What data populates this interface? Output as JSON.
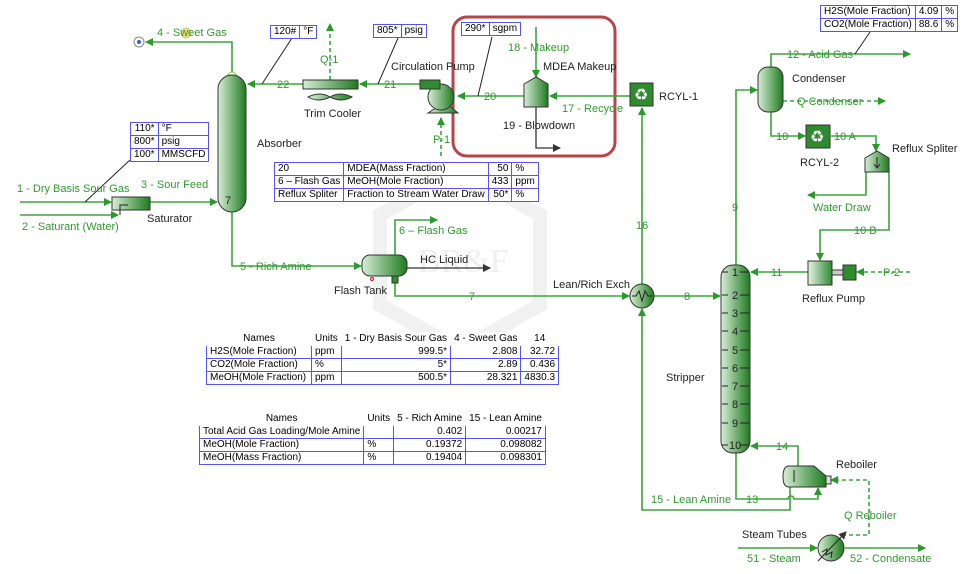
{
  "colors": {
    "stream": "#3aa53a",
    "highlight": "#b5454a",
    "equipment_dark": "#1f7a1f",
    "equipment_light": "#d6eed6"
  },
  "streams": {
    "s4": "4 - Sweet Gas",
    "s22": "22",
    "s21": "21",
    "s20": "20",
    "q1": "Q-1",
    "p1": "P-1",
    "s18": "18 - Makeup",
    "s17": "17 - Recycle",
    "s19": "19 - Blowdown",
    "s1": "1 - Dry Basis Sour Gas",
    "s2": "2 - Saturant (Water)",
    "s3": "3 - Sour Feed",
    "s5": "5 - Rich Amine",
    "s6": "6 – Flash Gas",
    "s7": "7",
    "s8": "8",
    "s16": "16",
    "s9": "9",
    "s12": "12 - Acid Gas",
    "qcond": "Q Condenser",
    "s10": "10",
    "s10a": "10 A",
    "s10b": "10 B",
    "water": "Water Draw",
    "s11": "11",
    "p2": "P-2",
    "s14": "14",
    "s13": "13",
    "s15": "15 - Lean Amine",
    "qreb": "Q Reboiler",
    "s51": "51 - Steam",
    "s52": "52 - Condensate"
  },
  "equipment": {
    "absorber": "Absorber",
    "abs_stage": "7",
    "trim": "Trim Cooler",
    "pump": "Circulation Pump",
    "mdea": "MDEA Makeup",
    "rcyl1": "RCYL-1",
    "rcyl2": "RCYL-2",
    "saturator": "Saturator",
    "flash": "Flash Tank",
    "hc": "HC Liquid",
    "exch": "Lean/Rich Exch",
    "condenser": "Condenser",
    "splitter": "Reflux Spliter",
    "refluxpump": "Reflux Pump",
    "stripper": "Stripper",
    "reboiler": "Reboiler",
    "steam": "Steam Tubes",
    "stages": [
      "1",
      "2",
      "3",
      "4",
      "5",
      "6",
      "7",
      "8",
      "9",
      "10"
    ]
  },
  "boxes": {
    "cooler_temp": [
      "120#",
      "°F"
    ],
    "pump_p": [
      "805*",
      "psig"
    ],
    "makeup_flow": [
      "290*",
      "sgpm"
    ],
    "feed": [
      [
        "110*",
        "°F"
      ],
      [
        "800*",
        "psig"
      ],
      [
        "100*",
        "MMSCFD"
      ]
    ]
  },
  "spec_table": [
    [
      "20",
      "MDEA(Mass Fraction)",
      "50",
      "%"
    ],
    [
      "6 – Flash Gas",
      "MeOH(Mole Fraction)",
      "433",
      "ppm"
    ],
    [
      "Reflux Spliter",
      "Fraction to Stream Water Draw",
      "50*",
      "%"
    ]
  ],
  "acid_table": [
    [
      "H2S(Mole Fraction)",
      "4.09",
      "%"
    ],
    [
      "CO2(Mole Fraction)",
      "88.6",
      "%"
    ]
  ],
  "table1": {
    "headers": [
      "Names",
      "Units",
      "1 - Dry Basis Sour Gas",
      "4 - Sweet Gas",
      "14"
    ],
    "rows": [
      [
        "H2S(Mole Fraction)",
        "ppm",
        "999.5*",
        "2.808",
        "32.72"
      ],
      [
        "CO2(Mole Fraction)",
        "%",
        "5*",
        "2.89",
        "0.436"
      ],
      [
        "MeOH(Mole Fraction)",
        "ppm",
        "500.5*",
        "28.321",
        "4830.3"
      ]
    ]
  },
  "table2": {
    "headers": [
      "Names",
      "Units",
      "5 - Rich Amine",
      "15 - Lean Amine"
    ],
    "rows": [
      [
        "Total Acid Gas Loading/Mole Amine",
        "",
        "0.402",
        "0.00217"
      ],
      [
        "MeOH(Mole Fraction)",
        "%",
        "0.19372",
        "0.098082"
      ],
      [
        "MeOH(Mass Fraction)",
        "%",
        "0.19404",
        "0.098301"
      ]
    ]
  },
  "watermark": "BR&F"
}
